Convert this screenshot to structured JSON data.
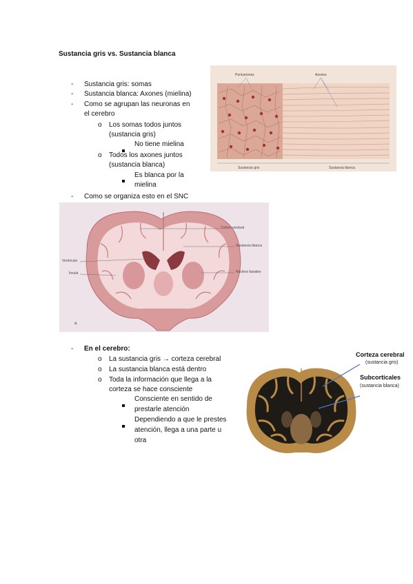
{
  "title": "Sustancia gris vs. Sustancia blanca",
  "list1": {
    "item1": "Sustancia gris: somas",
    "item2": "Sustancia blanca: Axones (mielina)",
    "item3_line1": "Como se agrupan las neuronas en",
    "item3_line2": "el cerebro",
    "sub1_line1": "Los somas todos juntos",
    "sub1_line2": "(sustancia gris)",
    "subsub1": "No tiene mielina",
    "sub2_line1": "Todos los axones juntos",
    "sub2_line2": "(sustancia blanca)",
    "subsub2_line1": "Es blanca por la",
    "subsub2_line2": "mielina",
    "item4": "Como se organiza esto en el SNC"
  },
  "figure1": {
    "label_pericarions": "Pericariones",
    "label_axones": "Axones",
    "label_gris": "Sustancia gris",
    "label_blanca": "Sustancia blanca"
  },
  "figure2": {
    "label_corteza": "Córtex cerebral",
    "label_sustancia": "Sustancia blanca",
    "label_ventriculo": "Ventrículo",
    "label_insula": "Ínsula",
    "label_nucleos": "Núcleos basales",
    "label_a": "a"
  },
  "list2": {
    "heading": "En el cerebro:",
    "sub1": "La sustancia gris → corteza cerebral",
    "sub2": "La sustancia blanca está dentro",
    "sub3_line1": "Toda la información que llega a la",
    "sub3_line2": "corteza se hace consciente",
    "subsub1_line1": "Consciente en sentido de",
    "subsub1_line2": "prestarle atención",
    "subsub2_line1": "Dependiendo a que le prestes",
    "subsub2_line2": "atención, llega a una parte u",
    "subsub2_line3": "otra"
  },
  "figure3": {
    "label_corteza": "Corteza cerebral",
    "label_corteza_sub": "(sustancia gris)",
    "label_subcorticales": "Subcorticales",
    "label_subcorticales_sub": "(sustancia blanca)"
  }
}
